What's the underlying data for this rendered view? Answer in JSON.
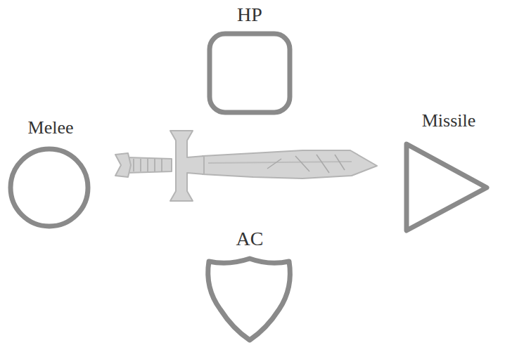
{
  "diagram": {
    "nodes": [
      {
        "text": [
          "HP"
        ]
      },
      {
        "text": [
          "Melee"
        ]
      },
      {
        "text": [
          "Missile"
        ]
      },
      {
        "text": [
          "AC"
        ]
      }
    ]
  }
}
